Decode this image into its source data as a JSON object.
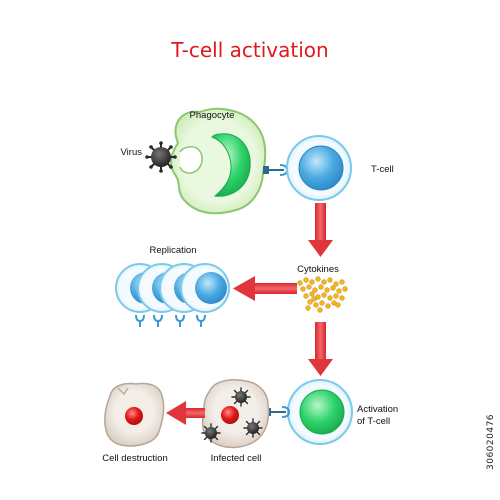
{
  "title": "T-cell activation",
  "labels": {
    "phagocyte": "Phagocyte",
    "virus": "Virus",
    "t_cell": "T-cell",
    "replication": "Replication",
    "cytokines": "Cytokines",
    "activation_line1": "Activation",
    "activation_line2": "of T-cell",
    "infected_cell": "Infected cell",
    "cell_destruction": "Cell destruction"
  },
  "watermark": "306020476",
  "colors": {
    "title": "#e0191e",
    "arrow": "#ec4a4f",
    "phagocyte_membrane": "#d7f0c6",
    "phagocyte_nucleus": "#3fcf6a",
    "t_cell_nucleus": "#4aa9e0",
    "t_cell_membrane": "#d6f0fb",
    "activated_nucleus": "#2ed36a",
    "infected_cell": "#ece4dd",
    "infected_nucleus": "#e21b1b",
    "virus": "#2b2b2b",
    "cytokines": "#f2b420"
  }
}
